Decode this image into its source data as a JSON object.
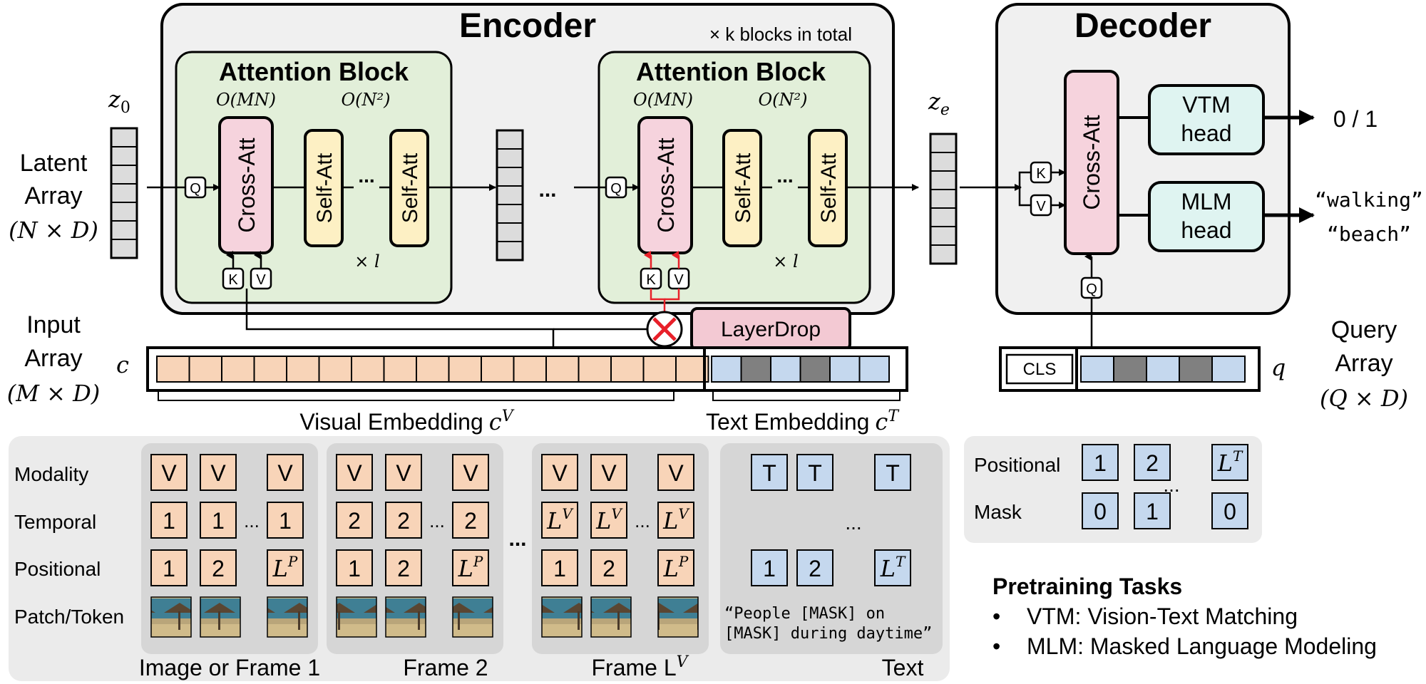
{
  "encoder": {
    "title": "Encoder",
    "blocks_note": "× k blocks in total",
    "block1": {
      "title": "Attention Block",
      "cross_complexity": "O(MN)",
      "self_complexity": "O(N²)",
      "cross_label": "Cross-Att",
      "self_label": "Self-Att",
      "dots": "...",
      "repeat": "× l"
    },
    "block2": {
      "title": "Attention Block",
      "cross_complexity": "O(MN)",
      "self_complexity": "O(N²)",
      "cross_label": "Cross-Att",
      "self_label": "Self-Att",
      "dots": "...",
      "repeat": "× l"
    },
    "between_dots": "...",
    "layerdrop": "LayerDrop"
  },
  "decoder": {
    "title": "Decoder",
    "cross_label": "Cross-Att",
    "vtm_head": [
      "VTM",
      "head"
    ],
    "mlm_head": [
      "MLM",
      "head"
    ],
    "vtm_output": "0 / 1",
    "mlm_output_1": "“walking”",
    "mlm_output_2": "“beach”"
  },
  "ports": {
    "q": "Q",
    "k": "K",
    "v": "V"
  },
  "latent": {
    "z0": "z",
    "z0_sub": "0",
    "ze": "z",
    "ze_sub": "e",
    "label_line1": "Latent",
    "label_line2": "Array",
    "label_line3": "(N × D)"
  },
  "input": {
    "label_line1": "Input",
    "label_line2": "Array",
    "label_line3": "(M × D)",
    "c": "c"
  },
  "query": {
    "label_line1": "Query",
    "label_line2": "Array",
    "label_line3": "(Q × D)",
    "q": "q",
    "cls": "CLS"
  },
  "embeddings": {
    "visual": "Visual Embedding",
    "visual_sym": "c",
    "visual_sup": "V",
    "text": "Text Embedding",
    "text_sym": "c",
    "text_sup": "T"
  },
  "visual_table": {
    "rows": [
      "Modality",
      "Temporal",
      "Positional",
      "Patch/Token"
    ],
    "frame1": {
      "label": "Image or Frame 1",
      "modality": [
        "V",
        "V",
        "V"
      ],
      "temporal": [
        "1",
        "1",
        "1"
      ],
      "positional": [
        "1",
        "2",
        "LP"
      ]
    },
    "frame2": {
      "label": "Frame 2",
      "modality": [
        "V",
        "V",
        "V"
      ],
      "temporal": [
        "2",
        "2",
        "2"
      ],
      "positional": [
        "1",
        "2",
        "LP"
      ]
    },
    "frameL": {
      "label_main": "Frame L",
      "label_sup": "V",
      "modality": [
        "V",
        "V",
        "V"
      ],
      "temporal": [
        "LV",
        "LV",
        "LV"
      ],
      "positional": [
        "1",
        "2",
        "LP"
      ]
    },
    "ellipsis": "...",
    "text_group": {
      "label": "Text",
      "modality": [
        "T",
        "T",
        "T"
      ],
      "positional": [
        "1",
        "2",
        "LT"
      ],
      "dots": "...",
      "caption_line1": "“People [MASK] on",
      "caption_line2": "[MASK] during daytime”"
    }
  },
  "query_table": {
    "rows": [
      "Positional",
      "Mask"
    ],
    "positional": [
      "1",
      "2",
      "LT"
    ],
    "mask": [
      "0",
      "1",
      "0"
    ],
    "dots": "..."
  },
  "pretraining": {
    "title": "Pretraining Tasks",
    "items": [
      "VTM: Vision-Text Matching",
      "MLM: Masked Language Modeling"
    ],
    "bullet": "•"
  },
  "colors": {
    "encoder_bg": "#f0f0f0",
    "block_bg": "#e2efd9",
    "cross_att": "#f6d3dd",
    "self_att": "#fdf0c4",
    "head": "#dff4f1",
    "visual_cell": "#f8d4b8",
    "text_cell": "#c5d8ee",
    "mask_cell": "#808080",
    "layerdrop": "#f3c9d3",
    "table_bg": "#ebebeb",
    "group_bg": "#d6d6d6",
    "red": "#e8202a"
  }
}
